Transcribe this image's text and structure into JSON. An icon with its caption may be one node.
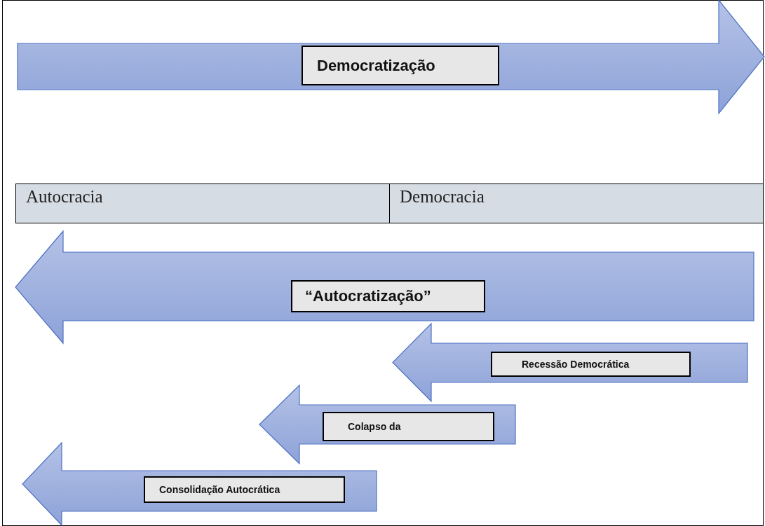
{
  "diagram": {
    "nodes": [
      {
        "text": [
          "Democratização"
        ]
      },
      {
        "text": [
          "Autocracia"
        ]
      },
      {
        "text": [
          "Democracia"
        ]
      },
      {
        "text": [
          "“Autocratização”"
        ]
      },
      {
        "text": [
          "Recessão Democrática"
        ]
      },
      {
        "text": [
          "Colapso da"
        ]
      },
      {
        "text": [
          "Consolidação Autocrática"
        ]
      }
    ]
  }
}
